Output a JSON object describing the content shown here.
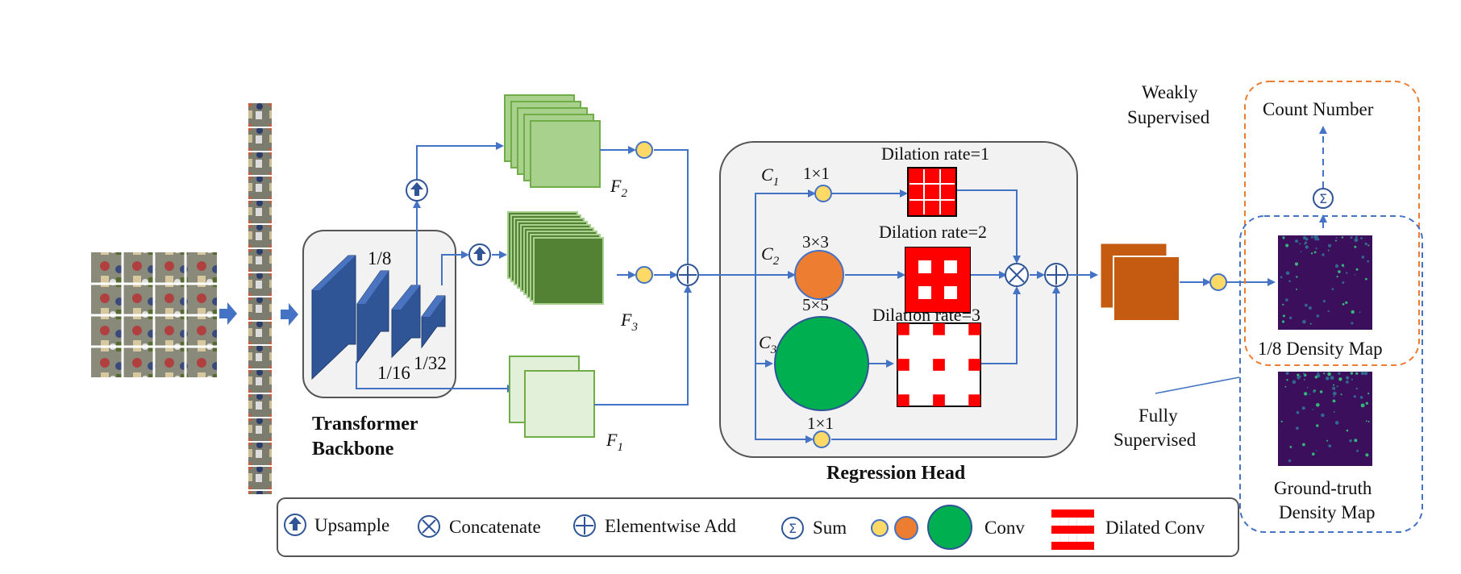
{
  "backbone": {
    "title_line1": "Transformer",
    "title_line2": "Backbone",
    "scale_8": "1/8",
    "scale_16": "1/16",
    "scale_32": "1/32"
  },
  "features": {
    "f1": "F",
    "f1_sub": "1",
    "f2": "F",
    "f2_sub": "2",
    "f3": "F",
    "f3_sub": "3"
  },
  "head": {
    "title": "Regression Head",
    "c1": "C",
    "c1_sub": "1",
    "c2": "C",
    "c2_sub": "2",
    "c3": "C",
    "c3_sub": "3",
    "k1": "1×1",
    "k3": "3×3",
    "k5": "5×5",
    "k1b": "1×1",
    "dil1": "Dilation rate=1",
    "dil2": "Dilation rate=2",
    "dil3": "Dilation rate=3"
  },
  "outputs": {
    "weakly_line1": "Weakly",
    "weakly_line2": "Supervised",
    "count": "Count Number",
    "sum_symbol": "Σ",
    "density": "1/8 Density Map",
    "fully_line1": "Fully",
    "fully_line2": "Supervised",
    "gt_line1": "Ground-truth",
    "gt_line2": "Density Map"
  },
  "legend": {
    "upsample": "Upsample",
    "concatenate": "Concatenate",
    "add": "Elementwise Add",
    "sum_symbol": "Σ",
    "sum": "Sum",
    "conv": "Conv",
    "dilated": "Dilated Conv"
  },
  "colors": {
    "arrow": "#4472c4",
    "backbone_blue": "#2f5597",
    "light_green": "#a9d18e",
    "mid_green": "#548235",
    "pale_green": "#e2f0d9",
    "orange": "#ed7d31",
    "yellow": "#ffd966",
    "green_conv": "#00b050",
    "dilated_red": "#ff0000",
    "out_orange": "#c55a11",
    "density_bg": "#3b0f5c"
  }
}
